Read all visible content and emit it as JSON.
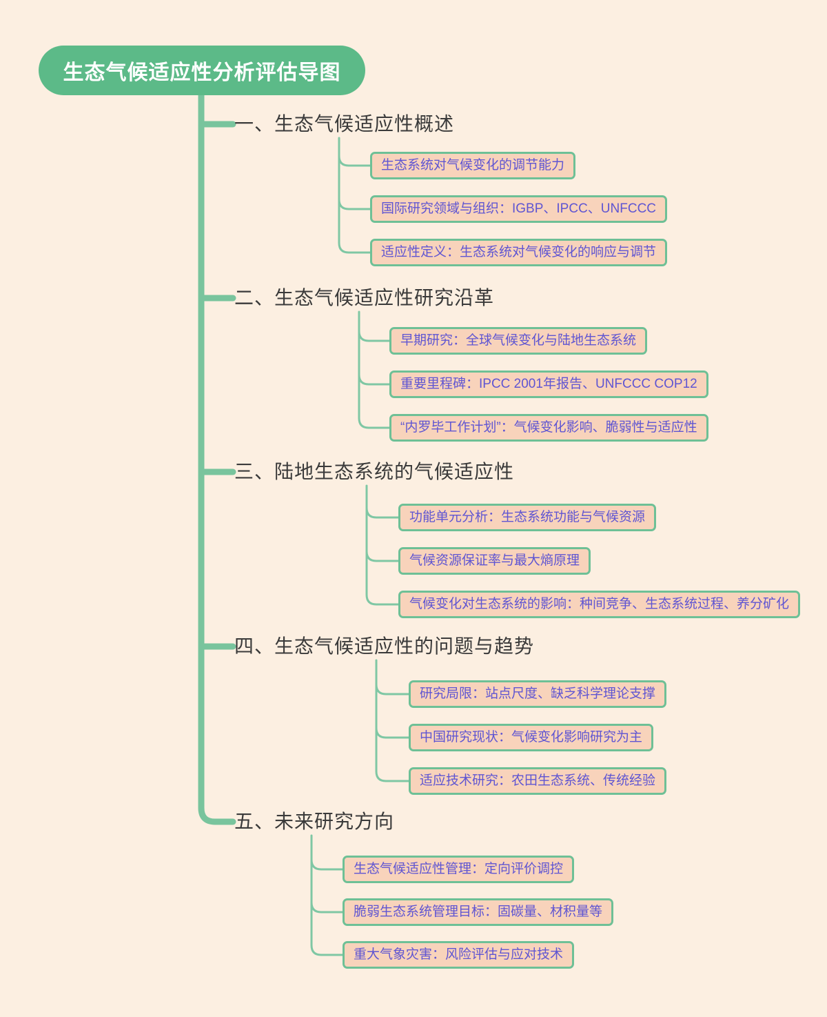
{
  "root": {
    "title": "生态气候适应性分析评估导图"
  },
  "branches": [
    {
      "label": "一、生态气候适应性概述",
      "children": [
        "生态系统对气候变化的调节能力",
        "国际研究领域与组织：IGBP、IPCC、UNFCCC",
        "适应性定义：生态系统对气候变化的响应与调节"
      ]
    },
    {
      "label": "二、生态气候适应性研究沿革",
      "children": [
        "早期研究：全球气候变化与陆地生态系统",
        "重要里程碑：IPCC 2001年报告、UNFCCC COP12",
        "“内罗毕工作计划”：气候变化影响、脆弱性与适应性"
      ]
    },
    {
      "label": "三、陆地生态系统的气候适应性",
      "children": [
        "功能单元分析：生态系统功能与气候资源",
        "气候资源保证率与最大熵原理",
        "气候变化对生态系统的影响：种间竞争、生态系统过程、养分矿化"
      ]
    },
    {
      "label": "四、生态气候适应性的问题与趋势",
      "children": [
        "研究局限：站点尺度、缺乏科学理论支撑",
        "中国研究现状：气候变化影响研究为主",
        "适应技术研究：农田生态系统、传统经验"
      ]
    },
    {
      "label": "五、未来研究方向",
      "children": [
        "生态气候适应性管理：定向评价调控",
        "脆弱生态系统管理目标：固碳量、材积量等",
        "重大气象灾害：风险评估与应对技术"
      ]
    }
  ],
  "colors": {
    "background": "#fcefe1",
    "root_fill": "#5cba88",
    "root_text": "#ffffff",
    "trunk_line": "#79c49d",
    "child_connector": "#7fc7a4",
    "child_border": "#6ec096",
    "child_fill": "#f8d3bb",
    "child_text": "#5f55d2",
    "branch_label_text": "#3a3a3a"
  }
}
